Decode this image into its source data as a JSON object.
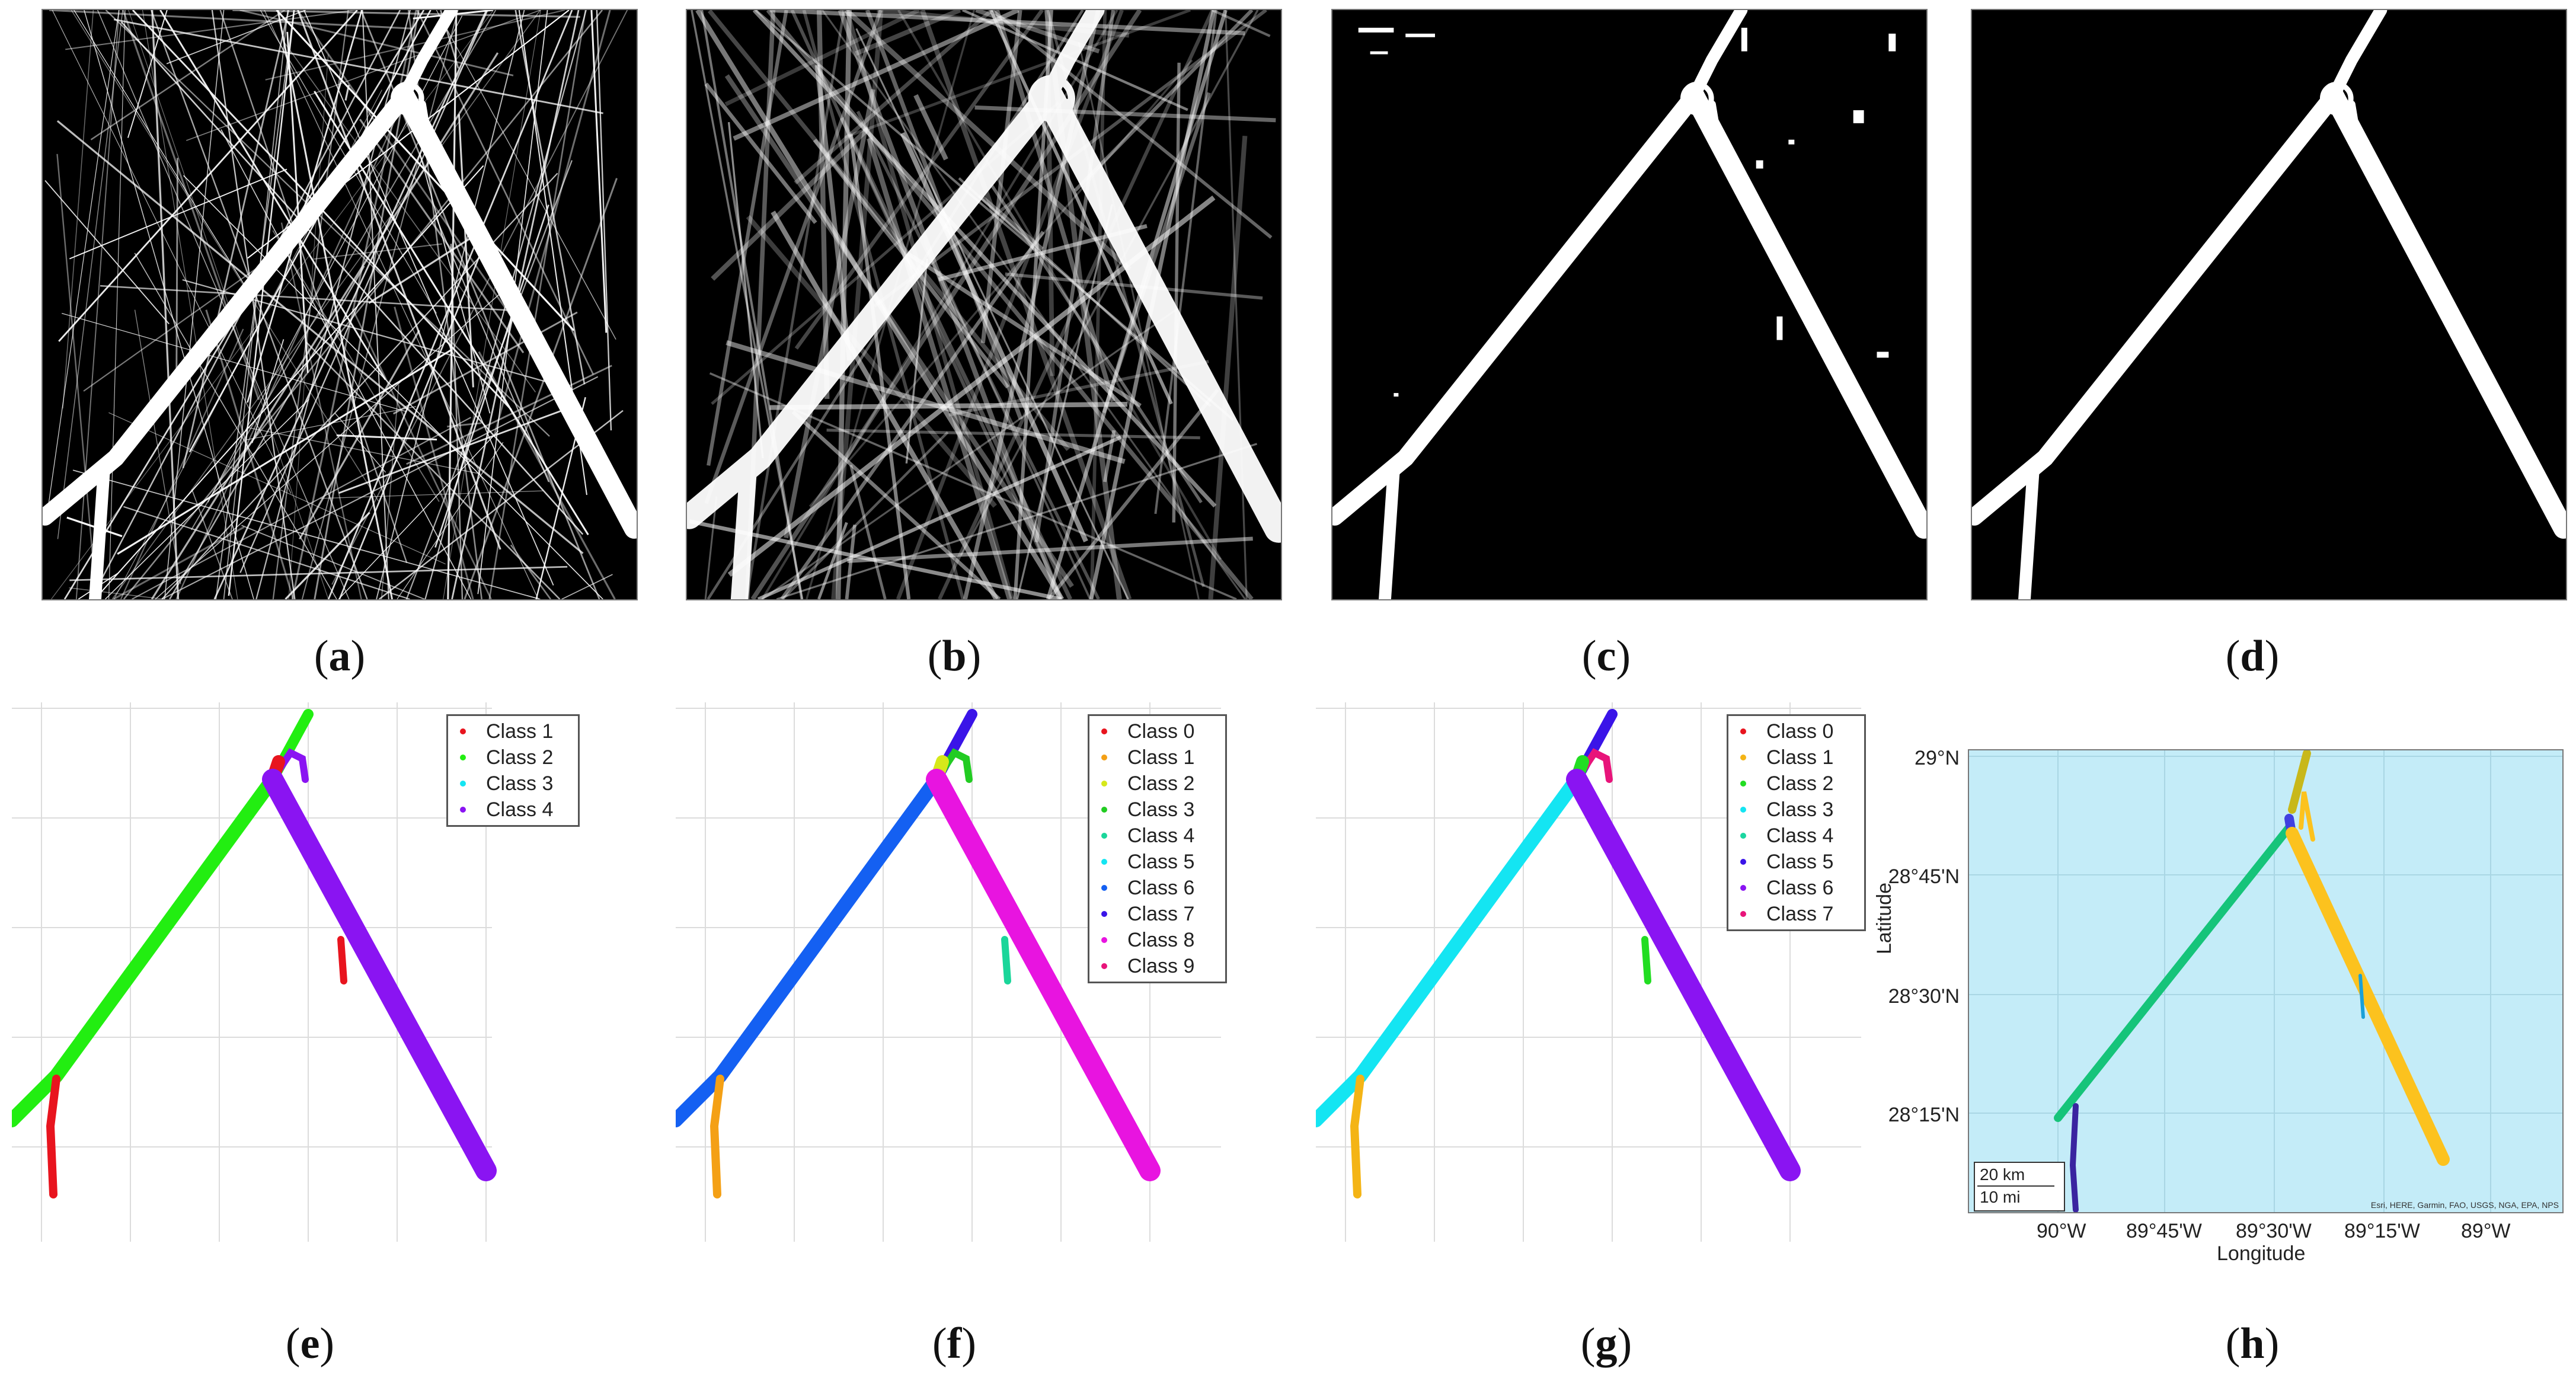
{
  "captions": [
    "a",
    "b",
    "c",
    "d",
    "e",
    "f",
    "g",
    "h"
  ],
  "panel_e": {
    "legend": [
      {
        "label": "Class 1",
        "color": "#e8141e"
      },
      {
        "label": "Class 2",
        "color": "#22ee11"
      },
      {
        "label": "Class 3",
        "color": "#14e5f2"
      },
      {
        "label": "Class 4",
        "color": "#8a14f2"
      }
    ]
  },
  "panel_f": {
    "legend": [
      {
        "label": "Class 0",
        "color": "#e8141e"
      },
      {
        "label": "Class 1",
        "color": "#f4a015"
      },
      {
        "label": "Class 2",
        "color": "#d6e81a"
      },
      {
        "label": "Class 3",
        "color": "#22cc22"
      },
      {
        "label": "Class 4",
        "color": "#1ad69a"
      },
      {
        "label": "Class 5",
        "color": "#14e5f2"
      },
      {
        "label": "Class 6",
        "color": "#1460f2"
      },
      {
        "label": "Class 7",
        "color": "#3a14e8"
      },
      {
        "label": "Class 8",
        "color": "#e814e0"
      },
      {
        "label": "Class 9",
        "color": "#e8147a"
      }
    ]
  },
  "panel_g": {
    "legend": [
      {
        "label": "Class 0",
        "color": "#e8141e"
      },
      {
        "label": "Class 1",
        "color": "#f4b415"
      },
      {
        "label": "Class 2",
        "color": "#22dd22"
      },
      {
        "label": "Class 3",
        "color": "#14e5f2"
      },
      {
        "label": "Class 4",
        "color": "#1ad6a0"
      },
      {
        "label": "Class 5",
        "color": "#3a14e8"
      },
      {
        "label": "Class 6",
        "color": "#8a14f2"
      },
      {
        "label": "Class 7",
        "color": "#e8147a"
      }
    ]
  },
  "panel_h": {
    "y_ticks": [
      "29°N",
      "28°45'N",
      "28°30'N",
      "28°15'N"
    ],
    "x_ticks": [
      "90°W",
      "89°45'W",
      "89°30'W",
      "89°15'W",
      "89°W"
    ],
    "ylabel": "Latitude",
    "xlabel": "Longitude",
    "scale_km": "20 km",
    "scale_mi": "10 mi",
    "attribution": "Esri, HERE, Garmin, FAO, USGS, NGA, EPA, NPS",
    "sea_color": "#c4ecf8",
    "route_colors": {
      "main": "#16c47a",
      "right": "#fcc21e",
      "left_branch": "#3a24a0",
      "top": "#c8b81a",
      "junction": "#4040e0",
      "small": "#1aa0d8"
    }
  }
}
